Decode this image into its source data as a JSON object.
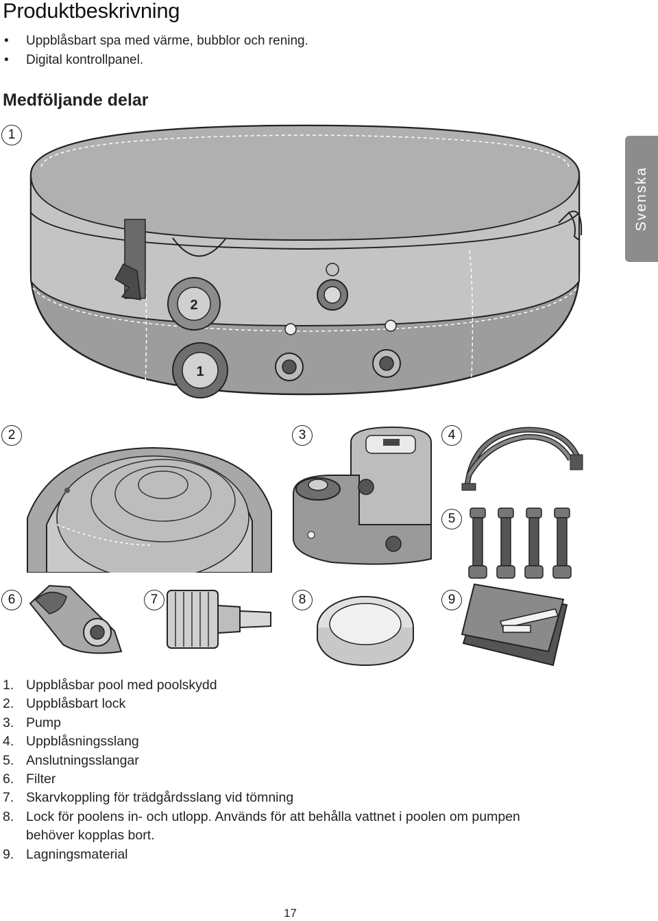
{
  "page": {
    "title": "Produktbeskrivning",
    "features": [
      "Uppblåsbart spa med värme, bubblor och rening.",
      "Digital kontrollpanel."
    ],
    "bullet_glyph": "•",
    "subtitle": "Medföljande delar",
    "language_tab": "Svenska",
    "page_number": "17"
  },
  "figure_labels": [
    "1",
    "2",
    "3",
    "4",
    "5",
    "6",
    "7",
    "8",
    "9"
  ],
  "parts": [
    {
      "n": "1.",
      "text": "Uppblåsbar pool med poolskydd"
    },
    {
      "n": "2.",
      "text": "Uppblåsbart lock"
    },
    {
      "n": "3.",
      "text": "Pump"
    },
    {
      "n": "4.",
      "text": "Uppblåsningsslang"
    },
    {
      "n": "5.",
      "text": "Anslutningsslangar"
    },
    {
      "n": "6.",
      "text": "Filter"
    },
    {
      "n": "7.",
      "text": "Skarvkoppling för trädgårdsslang vid tömning"
    },
    {
      "n": "8.",
      "text": "Lock för poolens in- och utlopp. Används för att behålla vattnet i poolen om pumpen behöver kopplas bort."
    },
    {
      "n": "9.",
      "text": "Lagningsmaterial"
    }
  ],
  "colors": {
    "tab": "#8c8c8c",
    "light_gray": "#bdbdbd",
    "mid_gray": "#9a9a9a",
    "dark_gray": "#6e6e6e"
  }
}
